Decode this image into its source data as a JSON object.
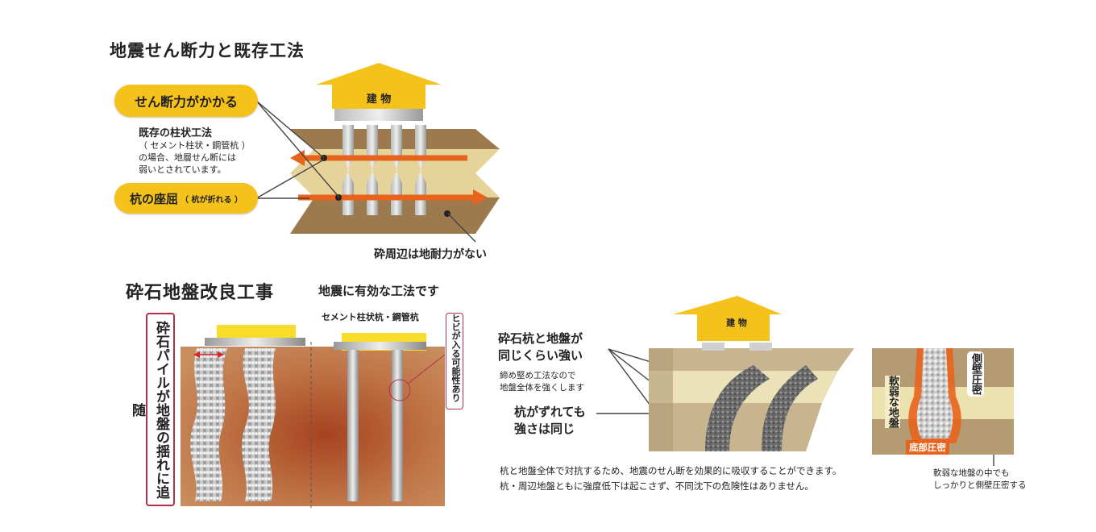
{
  "section1": {
    "title": "地震せん断力と既存工法",
    "pill_shear": "せん断力がかかる",
    "existing_heading": "既存の柱状工法",
    "existing_lines": [
      "（ セメント柱状・鋼管杭 ）",
      "の場合、地層せん断には",
      "弱いとされています。"
    ],
    "pill_buckling": "杭の座屈",
    "pill_buckling_note": "（ 杭が折れる ）",
    "building_label": "建 物",
    "bottom_caption": "砕周辺は地耐力がない"
  },
  "section2": {
    "title": "砕石地盤改良工事",
    "subtitle": "地震に有効な工法です",
    "cement_label": "セメント柱状杭・鋼管杭",
    "vertical_left": "砕石パイルが地盤の揺れに追随",
    "vertical_right": "ヒビが入る可能性あり"
  },
  "section3": {
    "heading_lines": [
      "砕石杭と地盤が",
      "同じくらい強い"
    ],
    "note_lines": [
      "締め堅め工法なので",
      "地盤全体を強くします"
    ],
    "shift_lines": [
      "杭がずれても",
      "強さは同じ"
    ],
    "building_label": "建 物",
    "footer_lines": [
      "杭と地盤全体で対抗するため、地震のせん断を効果的に吸収することができます。",
      "杭・周辺地盤ともに強度低下は起こさず、不同沈下の危険性はありません。"
    ]
  },
  "section4": {
    "soft_ground": "軟弱な地盤",
    "side_wall": "側壁圧密",
    "bottom": "底部圧密",
    "caption_lines": [
      "軟弱な地盤の中でも",
      "しっかりと側壁圧密する"
    ]
  },
  "colors": {
    "yellow": "#f4c21a",
    "arrow": "#e8641c",
    "soil": "#8c6a45",
    "sand": "#e0cf96",
    "red_border": "#b5304c"
  }
}
